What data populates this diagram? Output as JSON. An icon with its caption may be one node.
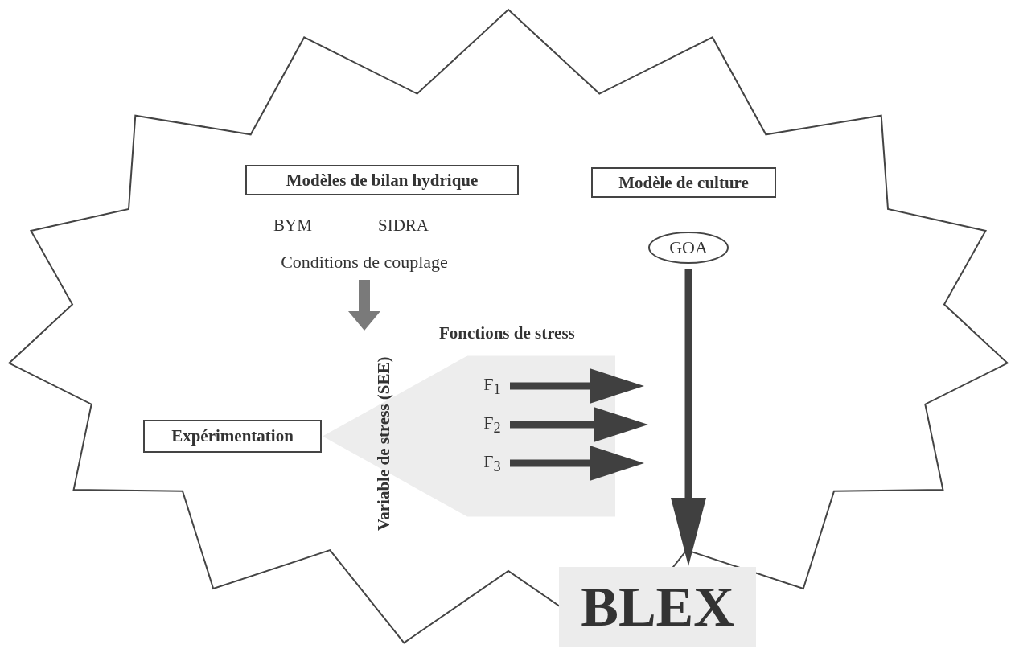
{
  "diagram": {
    "nodes": [
      {
        "text": [],
        "shape": "star"
      },
      {
        "text": [
          "Modèles de bilan hydrique"
        ],
        "in": 0
      },
      {
        "text": [
          "Modèle de culture"
        ],
        "in": 0
      },
      {
        "text": [
          "Conditions de couplage"
        ],
        "in": 0
      },
      {
        "text": [
          "GOA"
        ],
        "in": 0
      },
      {
        "text": [
          "Variable de stress (SEE)"
        ],
        "in": 0
      },
      {
        "text": [
          "Expérimentation"
        ],
        "in": 0
      },
      {
        "text": [
          "F$_{1}$"
        ],
        "in": 0
      },
      {
        "text": [
          "F$_{2}$"
        ],
        "in": 0
      },
      {
        "text": [
          "F$_{3}$"
        ],
        "in": 0
      },
      {
        "text": [
          "BLEX"
        ]
      }
    ],
    "edges": [
      {
        "from": 3,
        "to": 5,
        "arrow": "to",
        "color": "#7a7a7a"
      },
      {
        "from": 7,
        "to": null,
        "arrow": "to"
      },
      {
        "from": 8,
        "to": null,
        "arrow": "to"
      },
      {
        "from": 9,
        "to": null,
        "arrow": "to"
      },
      {
        "from": 4,
        "to": 10,
        "arrow": "to"
      },
      {
        "from": null,
        "to": 6,
        "arrow": "to",
        "style": "thick",
        "color": "#ededed"
      }
    ],
    "labels": [
      "BYM",
      "SIDRA",
      "Fonctions de stress"
    ]
  }
}
